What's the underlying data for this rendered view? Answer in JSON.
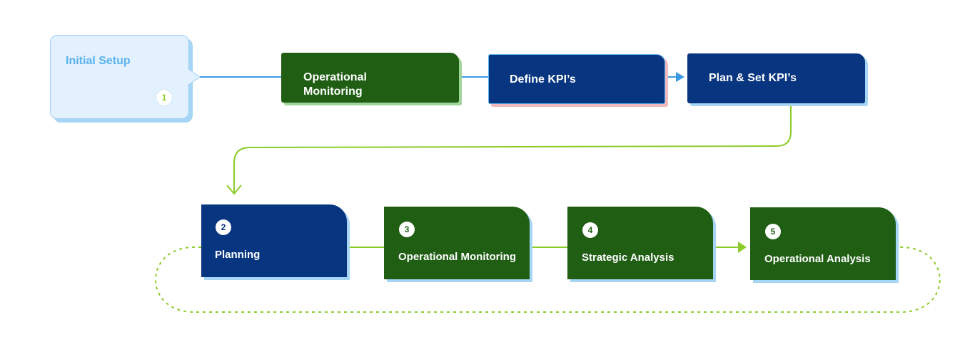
{
  "diagram": {
    "initial_setup": {
      "label": "Initial Setup",
      "number": "1"
    },
    "top_row": {
      "operational_monitoring": "Operational Monitoring",
      "define_kpis": "Define KPI’s",
      "plan_set_kpis": "Plan & Set KPI’s"
    },
    "cycle": [
      {
        "number": "2",
        "label": "Planning"
      },
      {
        "number": "3",
        "label": "Operational Monitoring"
      },
      {
        "number": "4",
        "label": "Strategic Analysis"
      },
      {
        "number": "5",
        "label": "Operational Analysis"
      }
    ]
  },
  "colors": {
    "green": "#1f5e13",
    "navy": "#073580",
    "light_blue": "#e2f1fd",
    "accent_blue": "#3a9be4",
    "lime": "#8ccc2a",
    "pink_shadow": "#f1b9c0"
  }
}
